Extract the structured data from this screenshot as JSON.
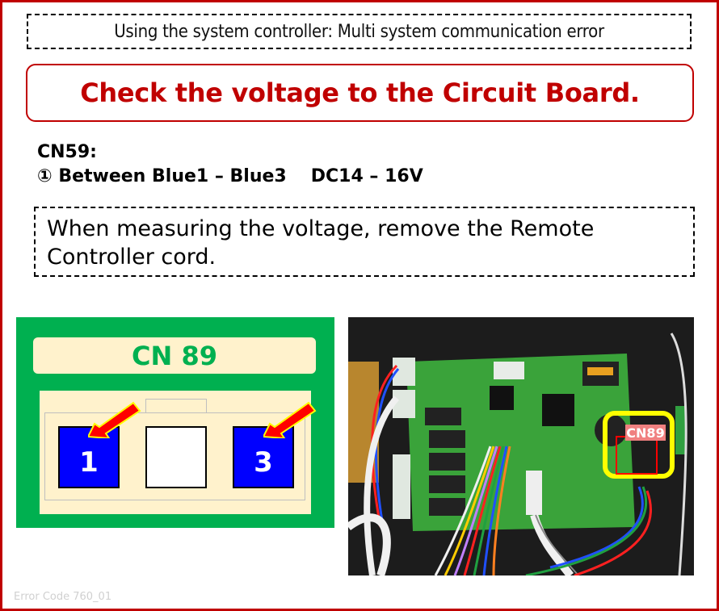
{
  "header": {
    "subtitle": "Using the system controller: Multi system communication error",
    "title": "Check the voltage to the Circuit Board."
  },
  "spec": {
    "connector_line": "CN59:",
    "measurement_marker": "①",
    "measurement_between": "Between Blue1 – Blue3",
    "measurement_value": "DC14 – 16V"
  },
  "note": {
    "text": "When measuring the voltage, remove the Remote Controller cord."
  },
  "diagram": {
    "connector_label": "CN 89",
    "pins": [
      {
        "label": "1",
        "color": "#0000ff",
        "highlighted": true
      },
      {
        "label": "",
        "color": "#ffffff",
        "highlighted": false
      },
      {
        "label": "3",
        "color": "#0000ff",
        "highlighted": true
      }
    ]
  },
  "photo": {
    "callout_label": "CN89",
    "callout_color": "#ffff00",
    "marker_color": "#ff0000"
  },
  "footer": {
    "error_code": "Error Code 760_01"
  },
  "colors": {
    "accent_red": "#c00000",
    "board_green": "#00b050",
    "panel_cream": "#fff2cc"
  }
}
